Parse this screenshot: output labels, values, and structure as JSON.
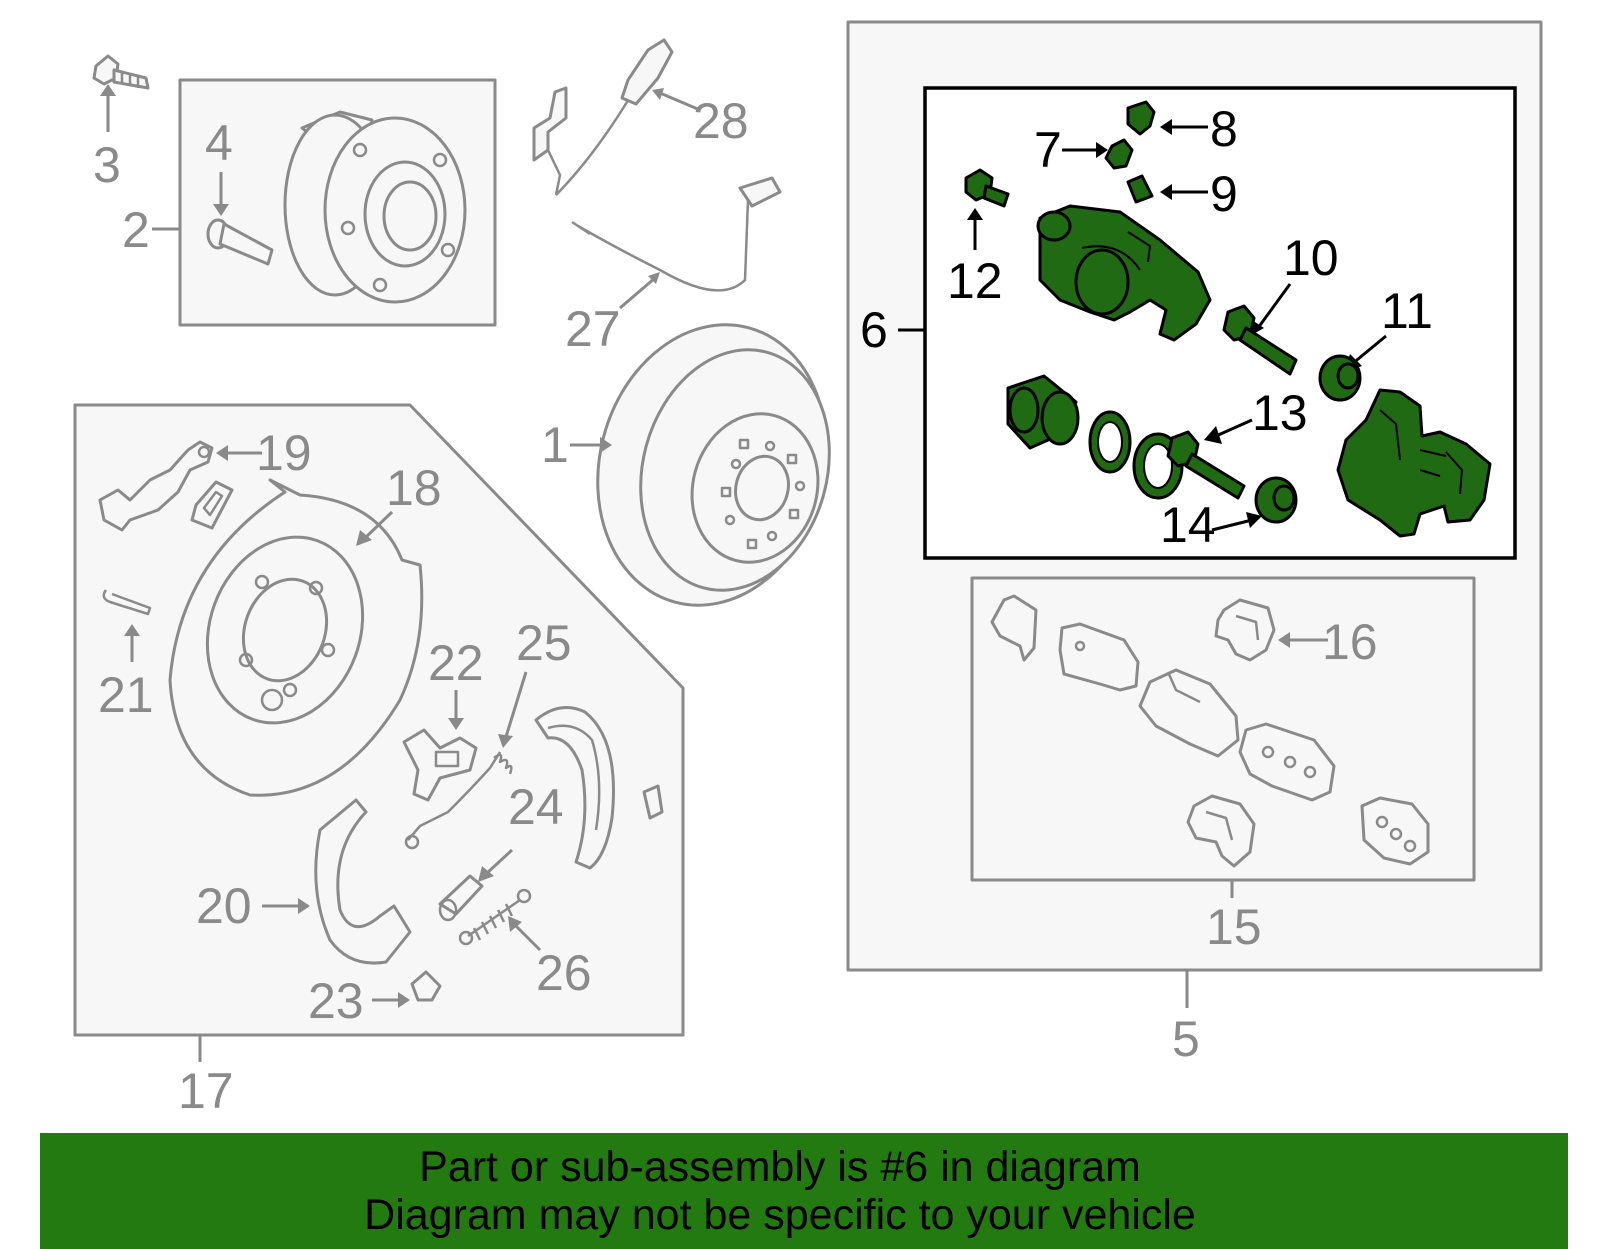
{
  "callouts": {
    "c1": "1",
    "c2": "2",
    "c3": "3",
    "c4": "4",
    "c5": "5",
    "c6": "6",
    "c7": "7",
    "c8": "8",
    "c9": "9",
    "c10": "10",
    "c11": "11",
    "c12": "12",
    "c13": "13",
    "c14": "14",
    "c15": "15",
    "c16": "16",
    "c17": "17",
    "c18": "18",
    "c19": "19",
    "c20": "20",
    "c21": "21",
    "c22": "22",
    "c23": "23",
    "c24": "24",
    "c25": "25",
    "c26": "26",
    "c27": "27",
    "c28": "28"
  },
  "banner": {
    "line1": "Part or sub-assembly is #6 in diagram",
    "line2": "Diagram may not be specific to your vehicle"
  },
  "colors": {
    "highlight_part": "#1f6a12",
    "banner_background": "#237a10",
    "line_art": "#8a8a8a",
    "panel_fill": "#f7f7f7"
  }
}
